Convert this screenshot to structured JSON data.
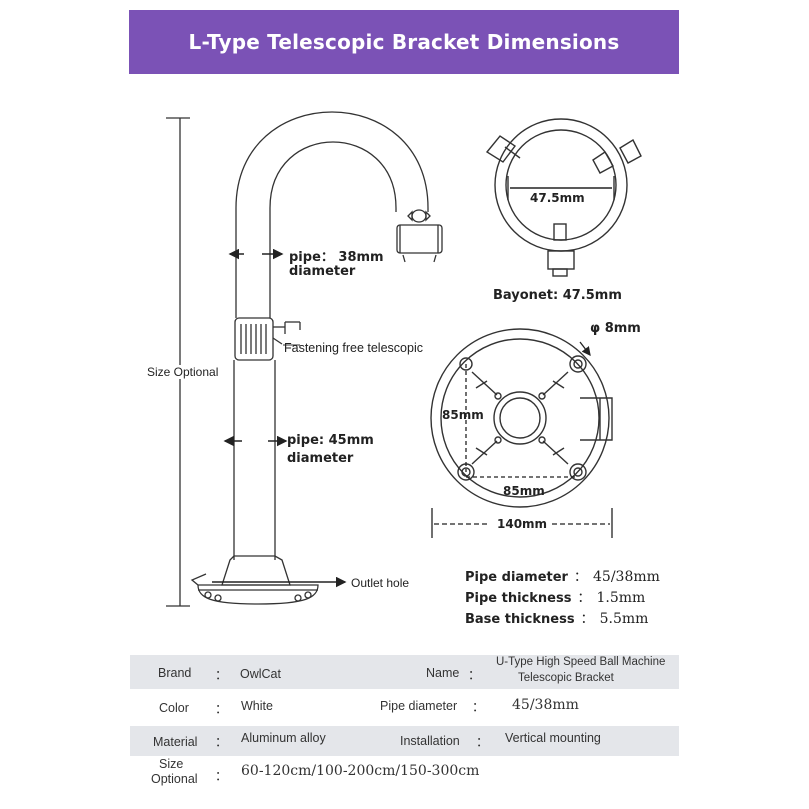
{
  "title": "L-Type Telescopic Bracket Dimensions",
  "diagram": {
    "pipe_upper_label": "pipe： 38mm",
    "pipe_upper_label2": "diameter",
    "fastening_label": "Fastening free telescopic",
    "pipe_lower_label": "pipe: 45mm",
    "pipe_lower_label2": "diameter",
    "size_label": "Size Optional",
    "outlet_label": "Outlet hole",
    "bayonet_inner": "47.5mm",
    "bayonet_caption": "Bayonet: 47.5mm",
    "hole_label": "φ 8mm",
    "base_v_label": "85mm",
    "base_h_label": "85mm",
    "base_width_label": "140mm"
  },
  "specs": [
    {
      "label": "Pipe diameter",
      "value": "45/38mm"
    },
    {
      "label": "Pipe thickness",
      "value": "1.5mm"
    },
    {
      "label": "Base thickness",
      "value": "5.5mm"
    }
  ],
  "table": {
    "rows": [
      {
        "k1": "Brand",
        "v1": "OwlCat",
        "k2": "Name",
        "v2a": "U-Type High Speed Ball Machine",
        "v2b": "Telescopic Bracket"
      },
      {
        "k1": "Color",
        "v1": "White",
        "k2": "Pipe diameter",
        "v2": "45/38mm"
      },
      {
        "k1": "Material",
        "v1": "Aluminum alloy",
        "k2": "Installation",
        "v2": "Vertical mounting"
      },
      {
        "k1a": "Size",
        "k1b": "Optional",
        "v1": "60-120cm/100-200cm/150-300cm"
      }
    ],
    "colon": "："
  },
  "colors": {
    "banner": "#7b52b6",
    "row_shade": "#e4e6ea",
    "line": "#333333"
  }
}
